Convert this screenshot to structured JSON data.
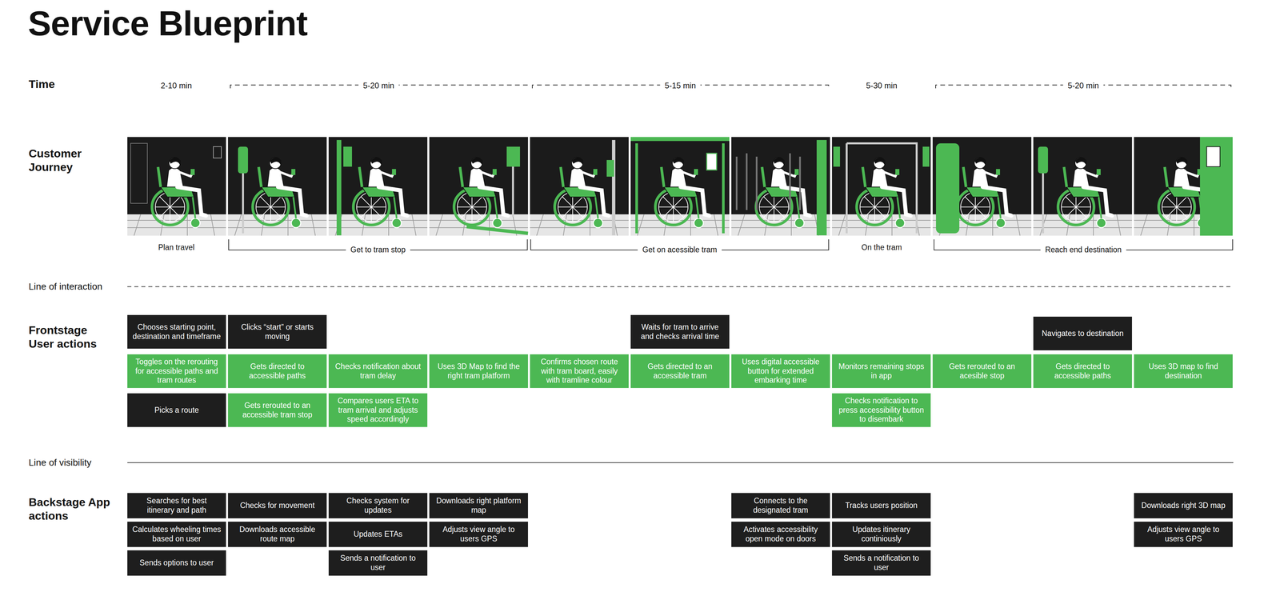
{
  "diagram": {
    "title": "Service Blueprint",
    "nodes": [
      {
        "text": [
          "Chooses starting point, destination and timeframe"
        ]
      },
      {
        "text": [
          "Toggles on the rerouting for accessible paths and tram routes"
        ]
      },
      {
        "text": [
          "Picks a route"
        ]
      },
      {
        "text": [
          "Clicks “start” or starts moving"
        ]
      },
      {
        "text": [
          "Gets directed to accessible paths"
        ]
      },
      {
        "text": [
          "Gets rerouted to an accessible tram stop"
        ]
      },
      {
        "text": [
          "Checks notification about tram delay"
        ]
      },
      {
        "text": [
          "Compares users ETA to tram arrival and adjusts speed accordingly"
        ]
      },
      {
        "text": [
          "Uses 3D Map to find the right tram platform"
        ]
      },
      {
        "text": [
          "Confirms chosen route with tram board, easily with tramline colour"
        ]
      },
      {
        "text": [
          "Waits for tram to arrive and checks arrival time"
        ]
      },
      {
        "text": [
          "Gets directed to an accessible tram"
        ]
      },
      {
        "text": [
          "Uses digital accessible button for extended embarking time"
        ]
      },
      {
        "text": [
          "Monitors remaining stops in app"
        ]
      },
      {
        "text": [
          "Checks notification to press accessibility button to disembark"
        ]
      },
      {
        "text": [
          "Gets rerouted to an acesible stop"
        ]
      },
      {
        "text": [
          "Navigates to destination"
        ]
      },
      {
        "text": [
          "Gets directed to accessible paths"
        ]
      },
      {
        "text": [
          "Uses 3D map to find destination"
        ]
      },
      {
        "text": [
          "Searches for best itinerary and path"
        ]
      },
      {
        "text": [
          "Calculates wheeling times based on user"
        ]
      },
      {
        "text": [
          "Sends options to user"
        ]
      },
      {
        "text": [
          "Checks for movement"
        ]
      },
      {
        "text": [
          "Downloads accessible route map"
        ]
      },
      {
        "text": [
          "Checks system for updates"
        ]
      },
      {
        "text": [
          "Updates ETAs"
        ]
      },
      {
        "text": [
          "Sends a notification to user"
        ]
      },
      {
        "text": [
          "Downloads right platform map"
        ]
      },
      {
        "text": [
          "Adjusts view angle to users GPS"
        ]
      },
      {
        "text": [
          "Connects to the designated tram"
        ]
      },
      {
        "text": [
          "Activates accessibility open mode on doors"
        ]
      },
      {
        "text": [
          "Tracks users position"
        ]
      },
      {
        "text": [
          "Updates itinerary continiously"
        ]
      },
      {
        "text": [
          "Sends a notification to user"
        ]
      },
      {
        "text": [
          "Downloads right 3D map"
        ]
      },
      {
        "text": [
          "Adjusts view angle to users GPS"
        ]
      }
    ],
    "edges": [],
    "labels": [
      "Time",
      "2-10 min",
      "5-20 min",
      "5-15 min",
      "5-30 min",
      "5-20 min",
      "Customer Journey",
      "Plan travel",
      "Get to tram stop",
      "Get on acessible tram",
      "On the tram",
      "Reach end destination",
      "Line of interaction",
      "Frontstage User actions",
      "Line of visibility",
      "Backstage App actions"
    ]
  }
}
